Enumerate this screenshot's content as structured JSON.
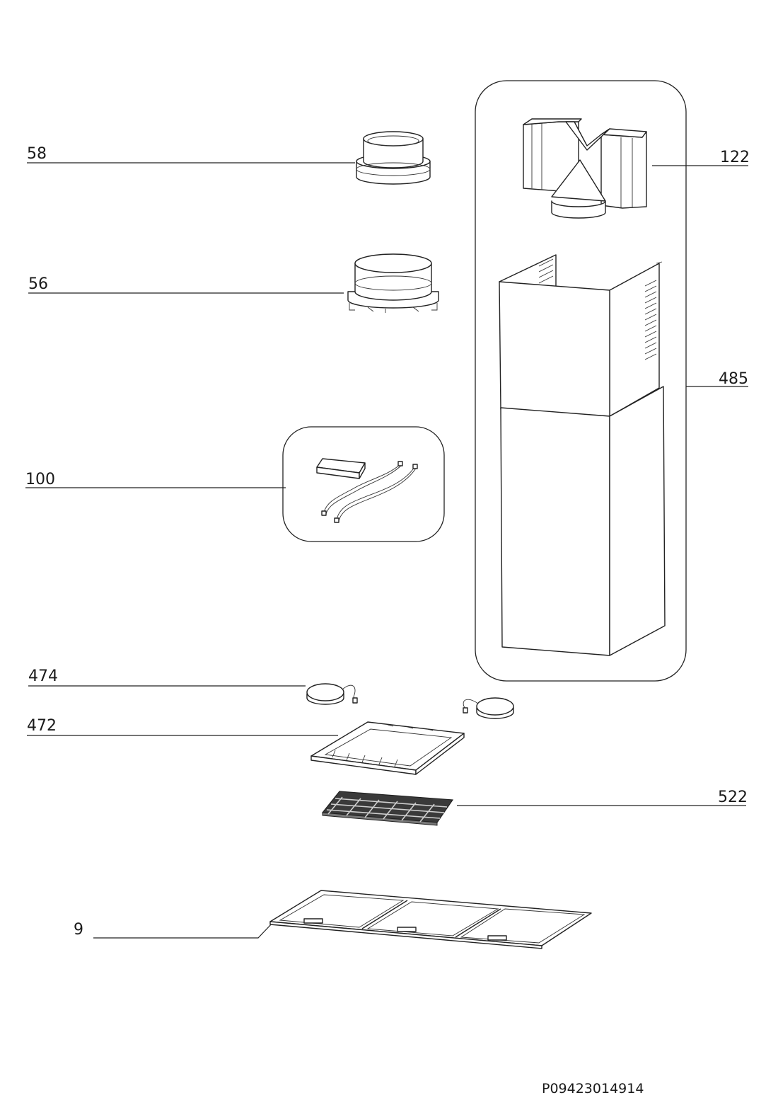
{
  "labels": {
    "p58": "58",
    "p56": "56",
    "p100": "100",
    "p122": "122",
    "p485": "485",
    "p474": "474",
    "p472": "472",
    "p522": "522",
    "p9": "9"
  },
  "drawing_code": "P09423014914"
}
